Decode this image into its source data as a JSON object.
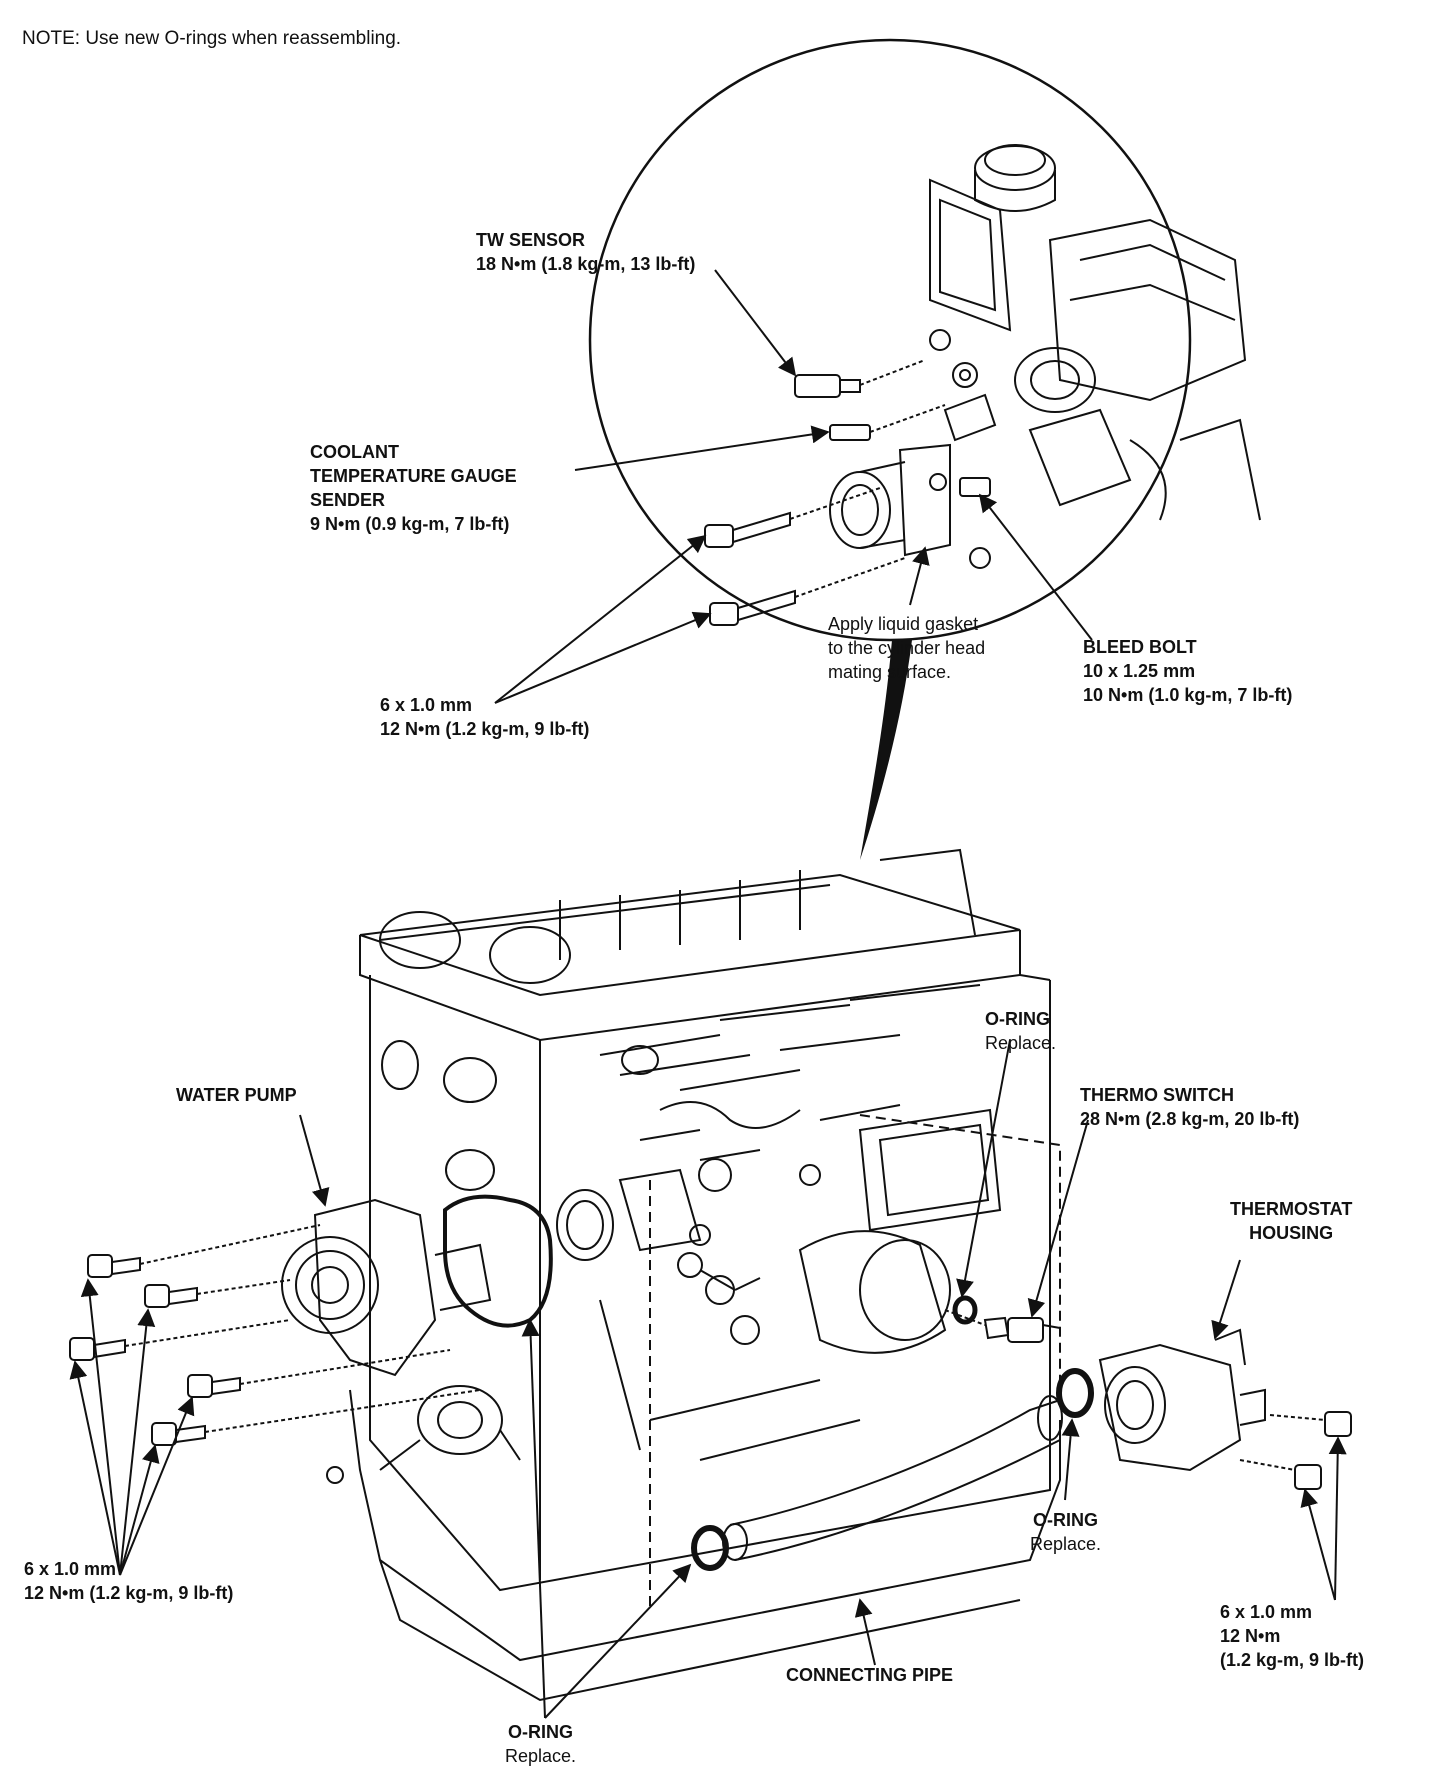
{
  "note": "NOTE: Use new O-rings when reassembling.",
  "labels": {
    "tw_sensor": {
      "title": "TW SENSOR",
      "spec": "18 N•m (1.8 kg-m, 13 lb-ft)"
    },
    "coolant_sender": {
      "line1": "COOLANT",
      "line2": "TEMPERATURE GAUGE",
      "line3": "SENDER",
      "spec": "9 N•m (0.9 kg-m, 7 lb-ft)"
    },
    "housing_bolts": {
      "size": "6 x 1.0 mm",
      "spec": "12 N•m (1.2 kg-m, 9 lb-ft)"
    },
    "liquid_gasket": {
      "line1": "Apply liquid gasket",
      "line2": "to the cylinder head",
      "line3": "mating surface."
    },
    "bleed_bolt": {
      "title": "BLEED BOLT",
      "size": "10 x 1.25 mm",
      "spec": "10 N•m (1.0 kg-m, 7 lb-ft)"
    },
    "water_pump": {
      "title": "WATER PUMP"
    },
    "oring_right": {
      "title": "O-RING",
      "note": "Replace."
    },
    "thermo_switch": {
      "title": "THERMO SWITCH",
      "spec": "28 N•m (2.8 kg-m, 20 lb-ft)"
    },
    "thermostat_housing": {
      "line1": "THERMOSTAT",
      "line2": "HOUSING"
    },
    "pump_bolts": {
      "size": "6 x 1.0 mm",
      "spec": "12 N•m (1.2 kg-m, 9 lb-ft)"
    },
    "connecting_pipe": {
      "title": "CONNECTING PIPE"
    },
    "oring_pipe": {
      "title": "O-RING",
      "note": "Replace."
    },
    "oring_bottom": {
      "title": "O-RING",
      "note": "Replace."
    },
    "thermostat_bolts": {
      "size": "6 x 1.0 mm",
      "spec": "12 N•m",
      "spec2": "(1.2 kg-m, 9 lb-ft)"
    }
  },
  "colors": {
    "ink": "#111111",
    "paper": "#ffffff"
  }
}
